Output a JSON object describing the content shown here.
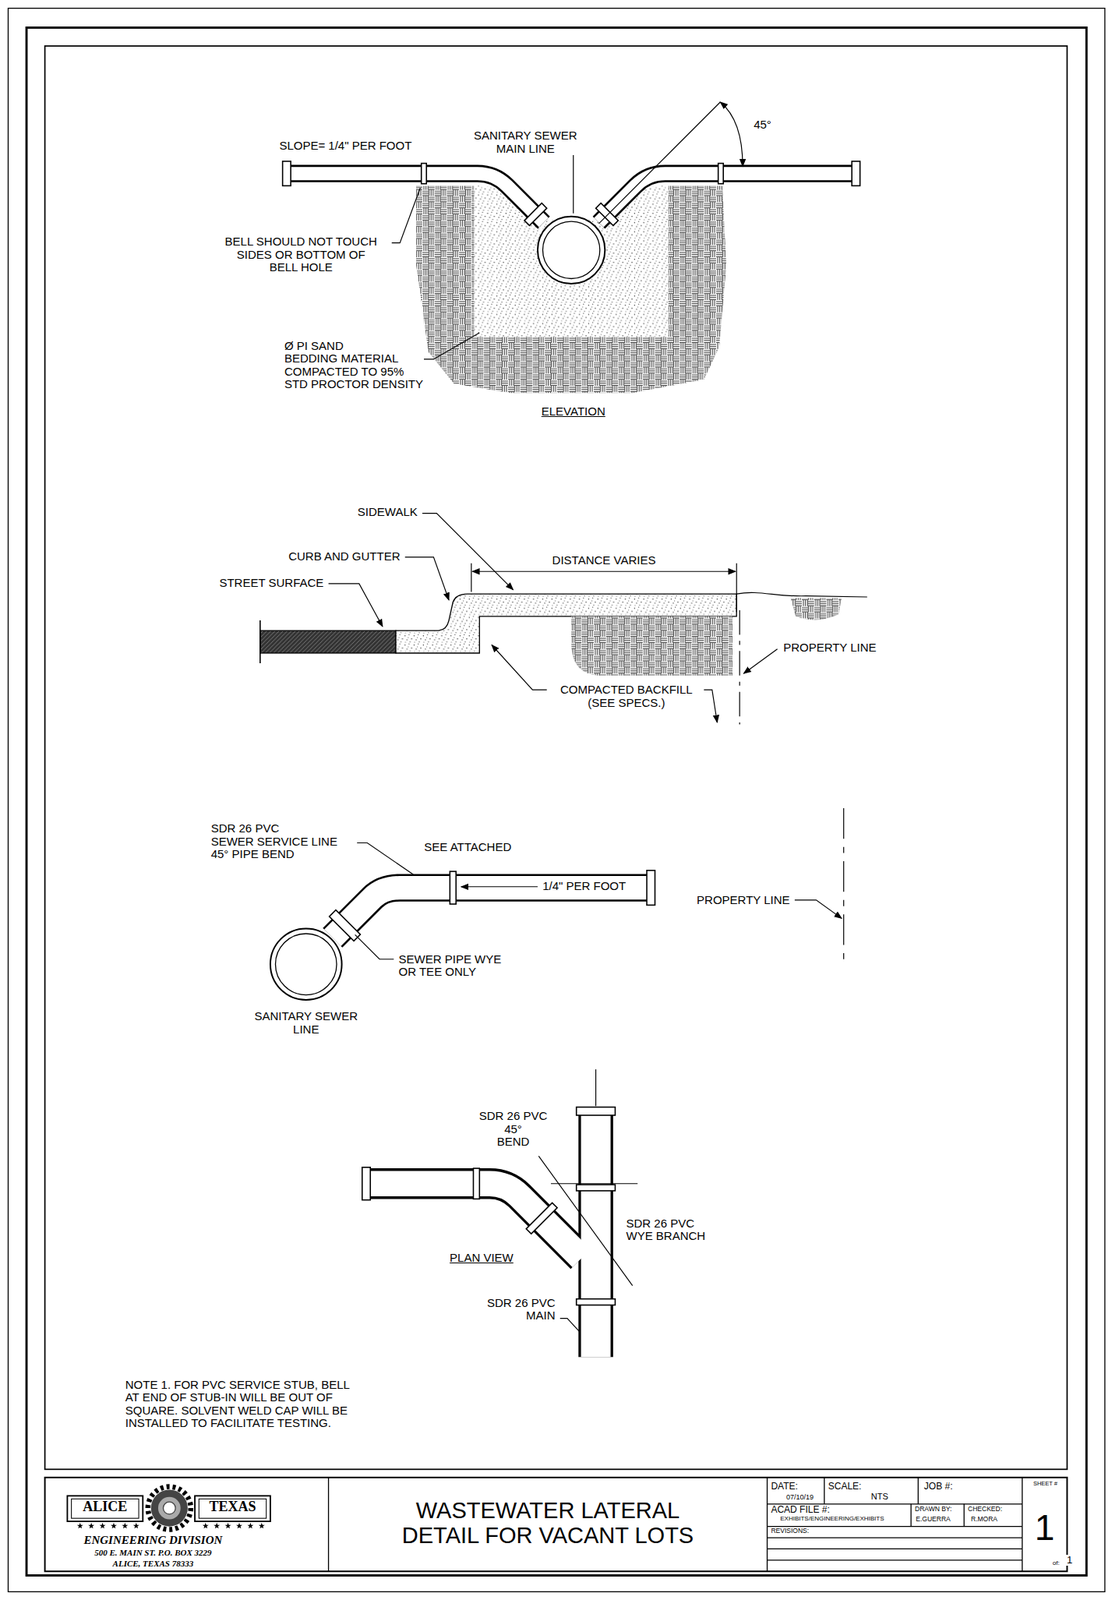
{
  "diagram": {
    "title": "WASTEWATER LATERAL DETAIL FOR VACANT LOTS",
    "labels": [
      "SLOPE= 1/4\" PER FOOT",
      "SANITARY SEWER MAIN LINE",
      "45°",
      "BELL SHOULD NOT TOUCH SIDES OR BOTTOM OF BELL HOLE",
      "Ø PI SAND BEDDING MATERIAL COMPACTED TO 95% STD PROCTOR DENSITY",
      "ELEVATION",
      "SIDEWALK",
      "CURB AND GUTTER",
      "STREET SURFACE",
      "DISTANCE VARIES",
      "PROPERTY LINE",
      "COMPACTED BACKFILL (SEE SPECS.)",
      "SDR 26 PVC SEWER SERVICE LINE 45° PIPE BEND",
      "SEE ATTACHED",
      "1/4\" PER FOOT",
      "PROPERTY LINE",
      "SEWER PIPE WYE OR TEE ONLY",
      "SANITARY SEWER LINE",
      "SDR 26 PVC 45° BEND",
      "SDR 26 PVC WYE BRANCH",
      "PLAN VIEW",
      "SDR 26 PVC MAIN",
      "NOTE 1. FOR PVC SERVICE STUB, BELL AT END OF STUB-IN WILL BE OUT OF SQUARE. SOLVENT WELD CAP WILL BE INSTALLED TO FACILITATE TESTING.",
      "ALICE",
      "TEXAS",
      "ENGINEERING DIVISION",
      "500 E. MAIN ST. P.O. BOX 3229",
      "ALICE, TEXAS 78333",
      "DATE:",
      "07/10/19",
      "SCALE:",
      "NTS",
      "JOB #:",
      "SHEET #",
      "ACAD FILE #:",
      "EXHIBITS/ENGINEERING/EXHIBITS",
      "DRAWN BY:",
      "E.GUERRA",
      "CHECKED:",
      "R.MORA",
      "REVISIONS:",
      "1",
      "of:",
      "1"
    ]
  }
}
